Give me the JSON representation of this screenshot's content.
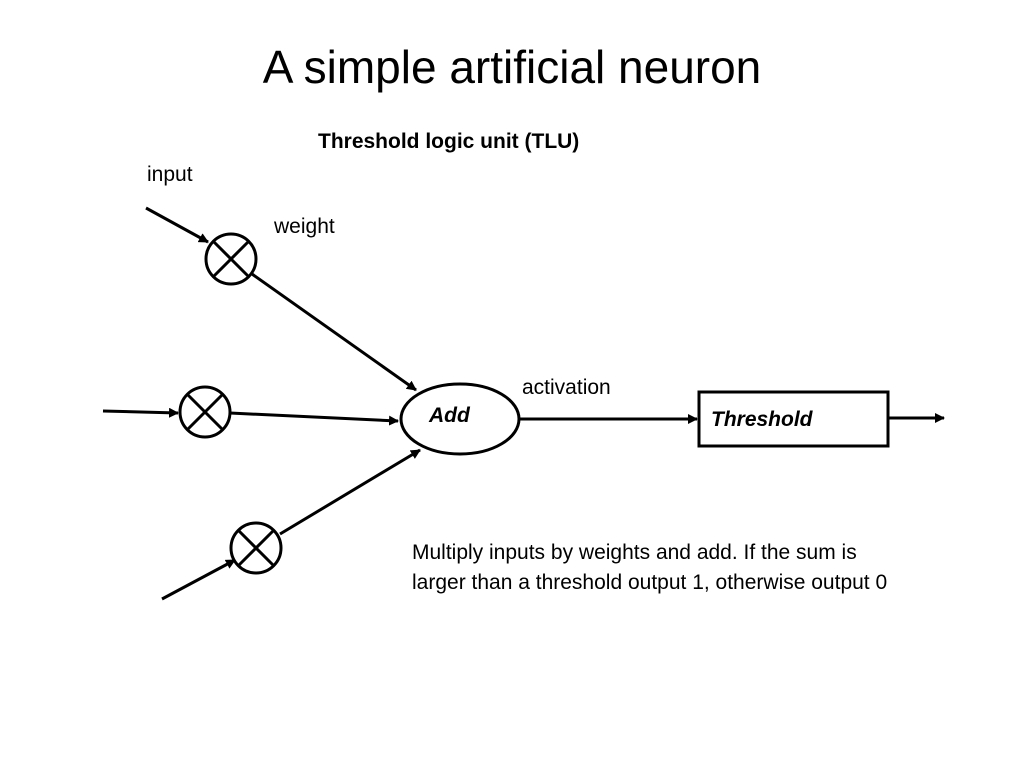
{
  "title": "A simple artificial neuron",
  "subtitle": "Threshold logic unit (TLU)",
  "labels": {
    "input": "input",
    "weight": "weight",
    "activation": "activation",
    "add": "Add",
    "threshold": "Threshold"
  },
  "description": "Multiply inputs by weights and add. If the sum is larger than a threshold output 1, otherwise output 0",
  "colors": {
    "stroke": "#000000",
    "background": "#ffffff"
  }
}
